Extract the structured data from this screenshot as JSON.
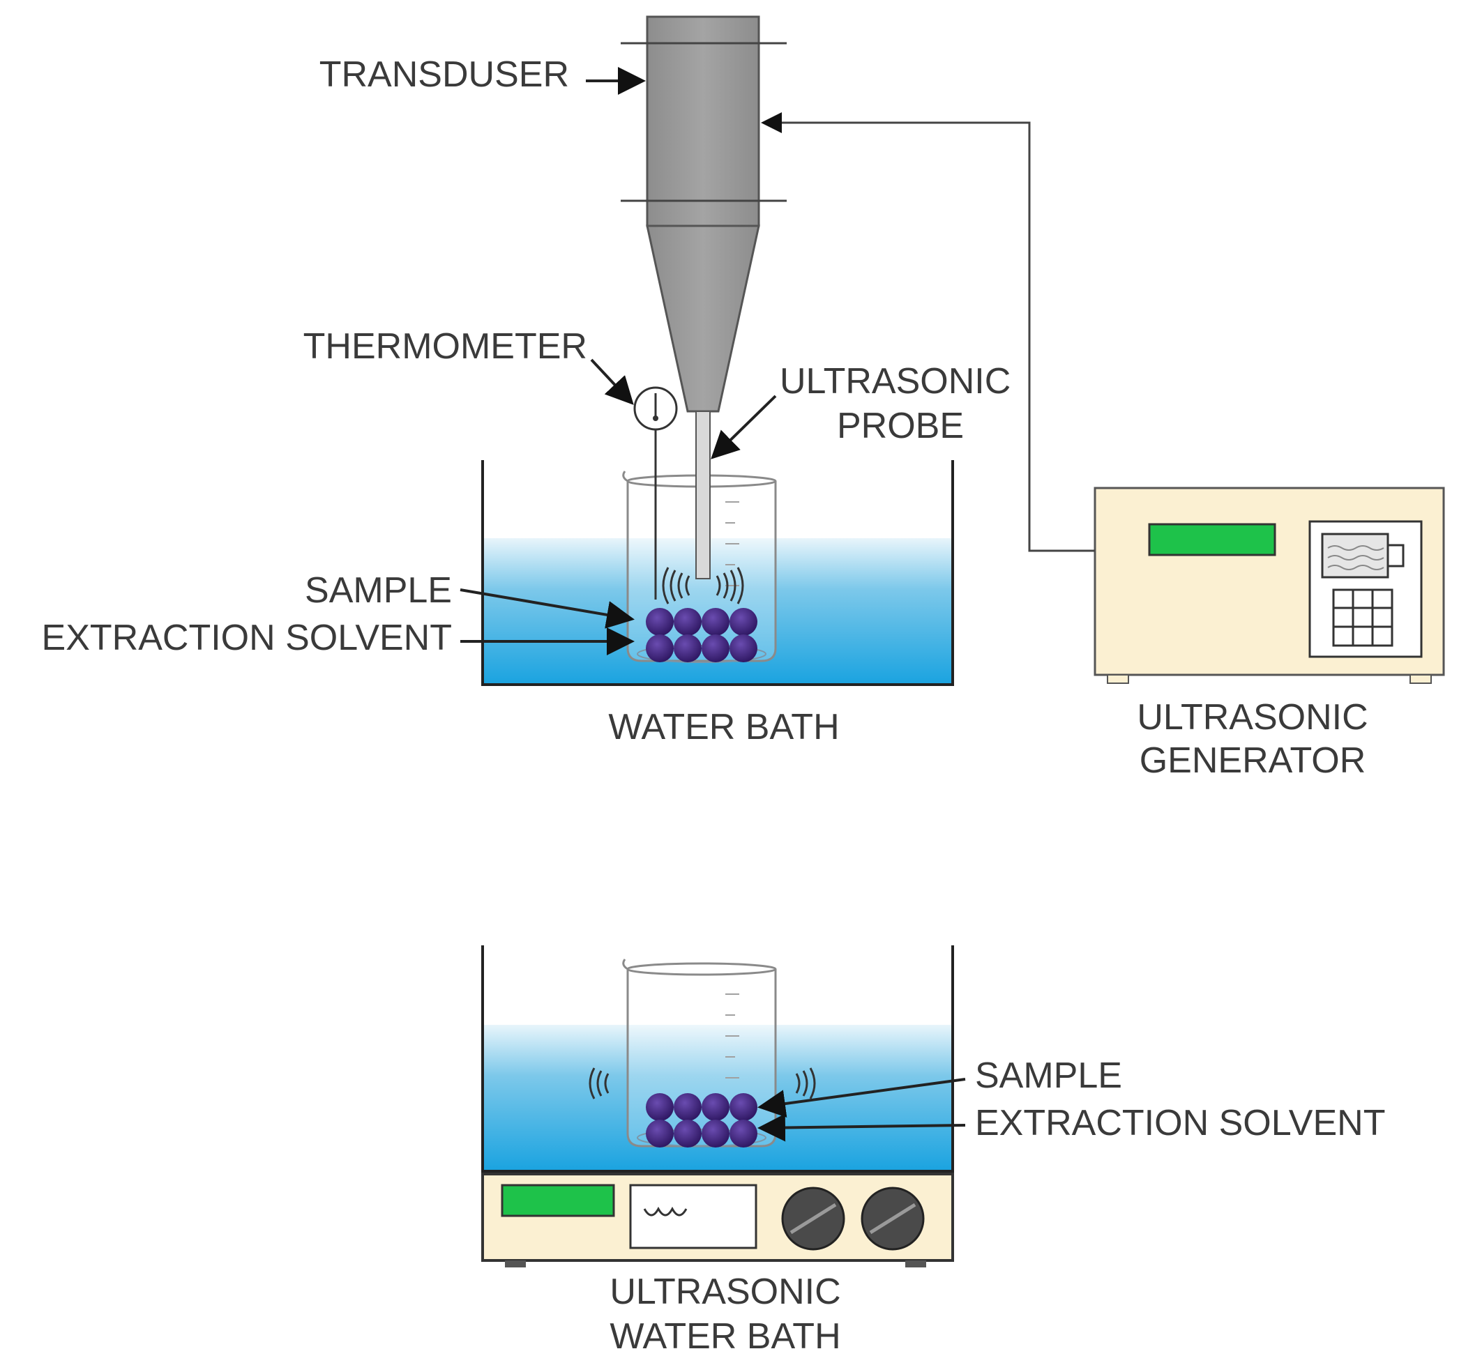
{
  "labels": {
    "transducer": "TRANSDUSER",
    "thermometer": "THERMOMETER",
    "probe_line1": "ULTRASONIC",
    "probe_line2": "PROBE",
    "sample_top": "SAMPLE",
    "solvent_top": "EXTRACTION SOLVENT",
    "water_bath": "WATER BATH",
    "generator_line1": "ULTRASONIC",
    "generator_line2": "GENERATOR",
    "sample_bottom": "SAMPLE",
    "solvent_bottom": "EXTRACTION SOLVENT",
    "bath_line1": "ULTRASONIC",
    "bath_line2": "WATER BATH"
  },
  "colors": {
    "water_top": "#e8f5fb",
    "water_bottom": "#1aa3e0",
    "transducer_body": "#9a9a9a",
    "device_panel": "#fbf0d2",
    "display_green": "#1ec24a",
    "sample_particle": "#3b1f7a",
    "knob": "#4a4a4a"
  },
  "icons": [
    "thermometer-icon",
    "wave-left-icon",
    "wave-right-icon",
    "keypad-icon",
    "knob-icon"
  ]
}
